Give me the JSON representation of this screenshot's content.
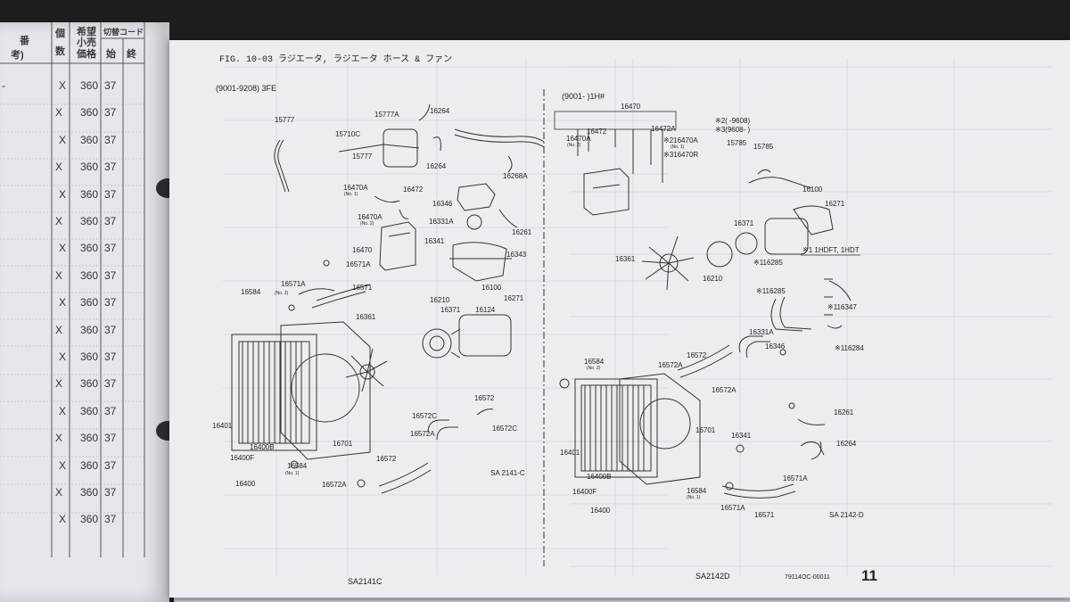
{
  "left_page": {
    "headers": {
      "ban": "番",
      "ko": "個",
      "su": "数",
      "kibou": "希望",
      "kouri": "小売",
      "kakaku": "価格",
      "kirikae": "切替コード",
      "hajime": "始",
      "owari": "終",
      "kou": "考)"
    },
    "rows": [
      {
        "dash": "-",
        "x": "X",
        "price": "360",
        "code": "37"
      },
      {
        "dash": "",
        "x": "X",
        "price": "360",
        "code": "37"
      },
      {
        "dash": "",
        "x": "X",
        "price": "360",
        "code": "37"
      },
      {
        "dash": "",
        "x": "X",
        "price": "360",
        "code": "37"
      },
      {
        "dash": "",
        "x": "X",
        "price": "360",
        "code": "37"
      },
      {
        "dash": "",
        "x": "X",
        "price": "360",
        "code": "37"
      },
      {
        "dash": "",
        "x": "X",
        "price": "360",
        "code": "37"
      },
      {
        "dash": "",
        "x": "X",
        "price": "360",
        "code": "37"
      },
      {
        "dash": "",
        "x": "X",
        "price": "360",
        "code": "37"
      },
      {
        "dash": "",
        "x": "X",
        "price": "360",
        "code": "37"
      },
      {
        "dash": "",
        "x": "X",
        "price": "360",
        "code": "37"
      },
      {
        "dash": "",
        "x": "X",
        "price": "360",
        "code": "37"
      },
      {
        "dash": "",
        "x": "X",
        "price": "360",
        "code": "37"
      },
      {
        "dash": "",
        "x": "X",
        "price": "360",
        "code": "37"
      },
      {
        "dash": "",
        "x": "X",
        "price": "360",
        "code": "37"
      },
      {
        "dash": "",
        "x": "X",
        "price": "360",
        "code": "37"
      },
      {
        "dash": "",
        "x": "X",
        "price": "360",
        "code": "37"
      }
    ]
  },
  "right_page": {
    "fig_title": "FIG. 10-03 ラジエータ, ラジエータ ホース & ファン",
    "left_panel": {
      "variant": "(9001-9208) 3FE",
      "code": "SA 2141-C",
      "labels": [
        {
          "id": "15777a",
          "text": "15777"
        },
        {
          "id": "15777A",
          "text": "15777A"
        },
        {
          "id": "16264a",
          "text": "16264"
        },
        {
          "id": "15710C",
          "text": "15710C"
        },
        {
          "id": "15777b",
          "text": "15777"
        },
        {
          "id": "16264b",
          "text": "16264"
        },
        {
          "id": "16268A",
          "text": "16268A"
        },
        {
          "id": "16470A1",
          "text": "16470A"
        },
        {
          "id": "16470A1n",
          "text": "(No. 1)"
        },
        {
          "id": "16472",
          "text": "16472"
        },
        {
          "id": "16346",
          "text": "16346"
        },
        {
          "id": "16470A2",
          "text": "16470A"
        },
        {
          "id": "16470A2n",
          "text": "(No. 2)"
        },
        {
          "id": "16331A",
          "text": "16331A"
        },
        {
          "id": "16261",
          "text": "16261"
        },
        {
          "id": "16341",
          "text": "16341"
        },
        {
          "id": "16470",
          "text": "16470"
        },
        {
          "id": "16343",
          "text": "16343"
        },
        {
          "id": "16571Aa",
          "text": "16571A"
        },
        {
          "id": "16571Ab",
          "text": "16571A"
        },
        {
          "id": "16571",
          "text": "16571"
        },
        {
          "id": "16584a",
          "text": "16584"
        },
        {
          "id": "16584an",
          "text": "(No. 2)"
        },
        {
          "id": "16100",
          "text": "16100"
        },
        {
          "id": "16210",
          "text": "16210"
        },
        {
          "id": "16271",
          "text": "16271"
        },
        {
          "id": "16371",
          "text": "16371"
        },
        {
          "id": "16124",
          "text": "16124"
        },
        {
          "id": "16361",
          "text": "16361"
        },
        {
          "id": "16572a",
          "text": "16572"
        },
        {
          "id": "16572C1",
          "text": "16572C"
        },
        {
          "id": "16572C2",
          "text": "16572C"
        },
        {
          "id": "16572A",
          "text": "16572A"
        },
        {
          "id": "16401",
          "text": "16401"
        },
        {
          "id": "16400B",
          "text": "16400B"
        },
        {
          "id": "16400F",
          "text": "16400F"
        },
        {
          "id": "16701",
          "text": "16701"
        },
        {
          "id": "16584b",
          "text": "16584"
        },
        {
          "id": "16584bn",
          "text": "(No. 1)"
        },
        {
          "id": "16572b",
          "text": "16572"
        },
        {
          "id": "16572A2",
          "text": "16572A"
        },
        {
          "id": "16400",
          "text": "16400"
        }
      ]
    },
    "right_panel": {
      "variant": "(9001-     )1H#",
      "code": "SA 2142-D",
      "notes": {
        "n2": "※2(     -9608)",
        "n3": "※3(9608-     )",
        "n1": "※1 1HDFT, 1HDT"
      },
      "labels": [
        {
          "id": "16470",
          "text": "16470"
        },
        {
          "id": "16472a",
          "text": "16472"
        },
        {
          "id": "16472A",
          "text": "16472A"
        },
        {
          "id": "16470A",
          "text": "16470A"
        },
        {
          "id": "16470An",
          "text": "(No. 2)"
        },
        {
          "id": "s216470A",
          "text": "※216470A"
        },
        {
          "id": "s216470An",
          "text": "(No. 1)"
        },
        {
          "id": "s316470R",
          "text": "※316470R"
        },
        {
          "id": "15785a",
          "text": "15785"
        },
        {
          "id": "15785b",
          "text": "15785"
        },
        {
          "id": "16100",
          "text": "16100"
        },
        {
          "id": "16271",
          "text": "16271"
        },
        {
          "id": "16371",
          "text": "16371"
        },
        {
          "id": "16361",
          "text": "16361"
        },
        {
          "id": "16210",
          "text": "16210"
        },
        {
          "id": "s116285a",
          "text": "※116285"
        },
        {
          "id": "s116285b",
          "text": "※116285"
        },
        {
          "id": "s116347",
          "text": "※116347"
        },
        {
          "id": "16331A",
          "text": "16331A"
        },
        {
          "id": "16346",
          "text": "16346"
        },
        {
          "id": "s116284",
          "text": "※116284"
        },
        {
          "id": "16584a",
          "text": "16584"
        },
        {
          "id": "16584an",
          "text": "(No. 2)"
        },
        {
          "id": "16572A1",
          "text": "16572A"
        },
        {
          "id": "16572",
          "text": "16572"
        },
        {
          "id": "16572A2",
          "text": "16572A"
        },
        {
          "id": "16261",
          "text": "16261"
        },
        {
          "id": "16701",
          "text": "16701"
        },
        {
          "id": "16341",
          "text": "16341"
        },
        {
          "id": "16264",
          "text": "16264"
        },
        {
          "id": "16401",
          "text": "16401"
        },
        {
          "id": "16400B",
          "text": "16400B"
        },
        {
          "id": "16400F",
          "text": "16400F"
        },
        {
          "id": "16571A1",
          "text": "16571A"
        },
        {
          "id": "16584b",
          "text": "16584"
        },
        {
          "id": "16584bn",
          "text": "(No. 1)"
        },
        {
          "id": "16400",
          "text": "16400"
        },
        {
          "id": "16571A2",
          "text": "16571A"
        },
        {
          "id": "16571",
          "text": "16571"
        }
      ]
    },
    "footer": {
      "left_code": "SA2141C",
      "right_code": "SA2142D",
      "doc_no": "79114OC-00011",
      "page_number": "11"
    }
  }
}
